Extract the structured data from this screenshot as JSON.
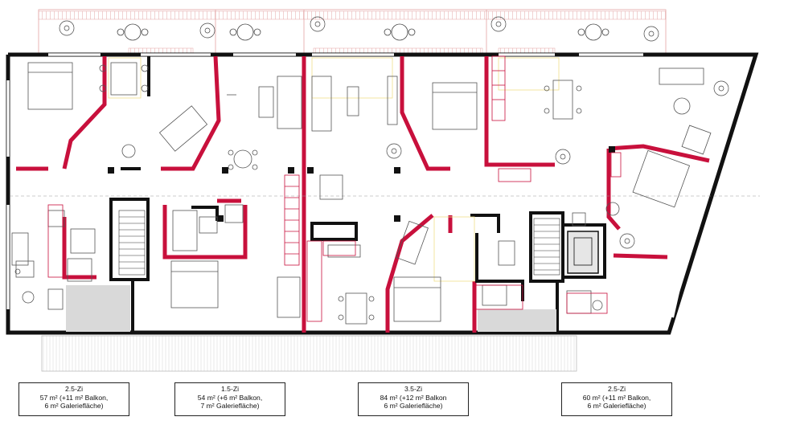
{
  "units": [
    {
      "type": "2.5-Zi",
      "area_line": "57 m² (+11 m² Balkon,",
      "gallery_line": "6 m² Galeriefläche)"
    },
    {
      "type": "1.5-Zi",
      "area_line": "54 m² (+6 m² Balkon,",
      "gallery_line": "7 m² Galeriefläche)"
    },
    {
      "type": "3.5-Zi",
      "area_line": "84 m² (+12 m² Balkon",
      "gallery_line": "6 m² Galeriefläche)"
    },
    {
      "type": "2.5-Zi",
      "area_line": "60 m² (+11 m² Balkon,",
      "gallery_line": "6 m² Galeriefläche)"
    }
  ],
  "colors": {
    "wall": "#111111",
    "accent_wall": "#c8103c",
    "balcony_line": "#e3a3a3",
    "furniture": "#555555",
    "gallery_line": "#f0e08a",
    "hatch_fill": "#d9d9d9",
    "label_border": "#222222"
  }
}
